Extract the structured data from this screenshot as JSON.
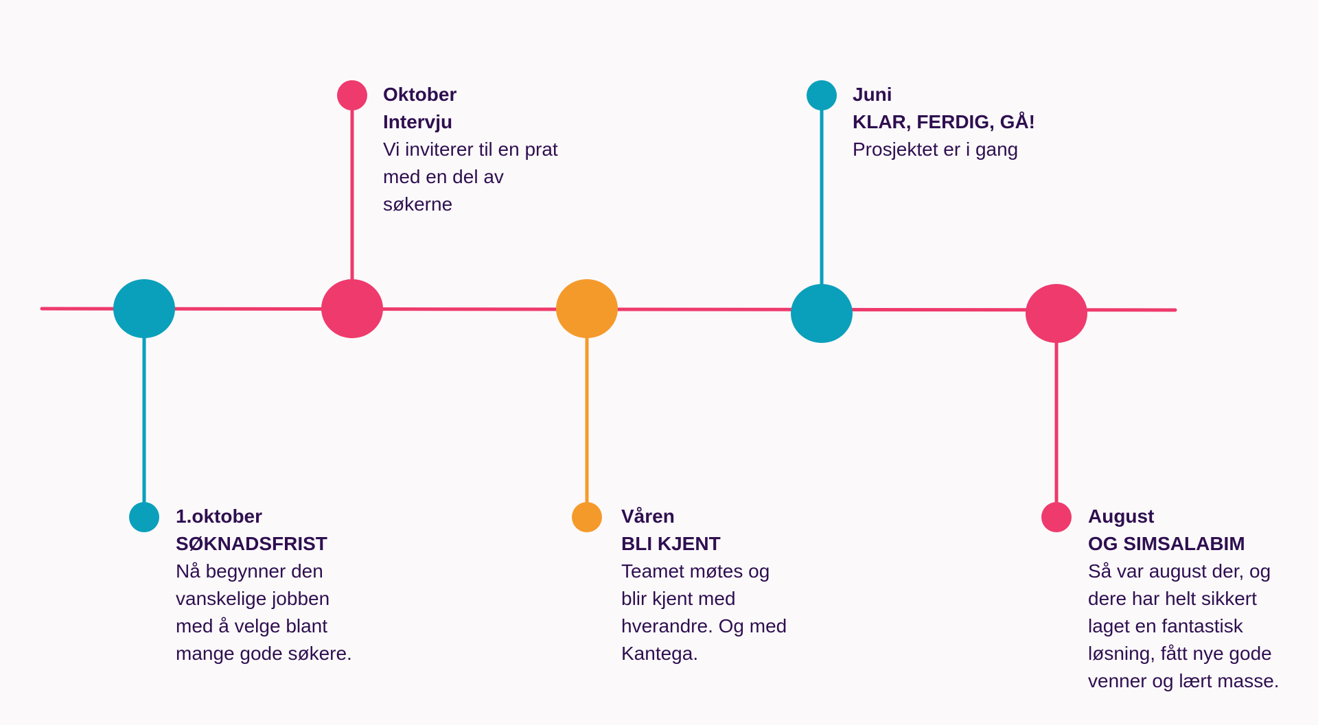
{
  "colors": {
    "background": "#fcf9fb",
    "text": "#2e0f4f",
    "teal": "#0aa0bb",
    "pink": "#ee3a6c",
    "orange": "#f49a2b"
  },
  "events": [
    {
      "date": "1.oktober",
      "heading": "SØKNADSFRIST",
      "description_lines": [
        "Nå begynner den",
        "vanskelige jobben",
        "med å velge blant",
        "mange gode søkere."
      ],
      "color": "teal",
      "position": "below"
    },
    {
      "date": "Oktober",
      "heading": "Intervju",
      "description_lines": [
        "Vi inviterer til en prat",
        "med en del av",
        "søkerne"
      ],
      "color": "pink",
      "position": "above"
    },
    {
      "date": "Våren",
      "heading": "BLI KJENT",
      "description_lines": [
        "Teamet møtes og",
        "blir kjent med",
        "hverandre. Og med",
        "Kantega."
      ],
      "color": "orange",
      "position": "below"
    },
    {
      "date": "Juni",
      "heading": "KLAR, FERDIG, GÅ!",
      "description_lines": [
        "Prosjektet er i gang"
      ],
      "color": "teal",
      "position": "above"
    },
    {
      "date": "August",
      "heading": "OG SIMSALABIM",
      "description_lines": [
        "Så var august der, og",
        "dere har helt sikkert",
        "laget en fantastisk",
        "løsning, fått nye gode",
        "venner og lært masse."
      ],
      "color": "pink",
      "position": "below"
    }
  ]
}
